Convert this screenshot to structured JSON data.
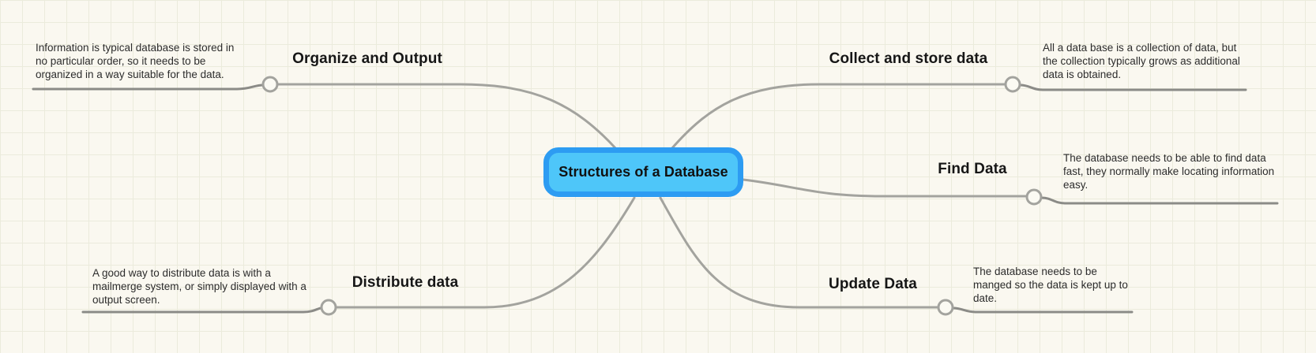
{
  "central": {
    "label": "Structures of a Database"
  },
  "branches": [
    {
      "id": "organize",
      "label": "Organize and Output",
      "note_lines": [
        "Information is typical database is stored in",
        "no particular order, so it needs to be",
        "organized in a way suitable for the data."
      ]
    },
    {
      "id": "collect",
      "label": "Collect and store data",
      "note_lines": [
        "All a data base is a collection of data, but",
        "the collection typically grows as additional",
        "data is obtained."
      ]
    },
    {
      "id": "find",
      "label": "Find Data",
      "note_lines": [
        "The database needs to be able to find data",
        "fast, they normally make locating information",
        "easy."
      ]
    },
    {
      "id": "distribute",
      "label": "Distribute data",
      "note_lines": [
        "A good way to distribute data is with a",
        "mailmerge system, or simply displayed with a",
        "output screen."
      ]
    },
    {
      "id": "update",
      "label": "Update Data",
      "note_lines": [
        "The database needs to be",
        "manged so the data is kept up to",
        "date."
      ]
    }
  ],
  "colors": {
    "background": "#faf8f0",
    "grid": "#ebebdc",
    "node_fill": "#4ec6f9",
    "node_border": "#2d9cf2",
    "connector": "#a3a39e",
    "note_underline": "#8b8b87",
    "handle_fill": "#fbfaf3",
    "text": "#161616"
  }
}
